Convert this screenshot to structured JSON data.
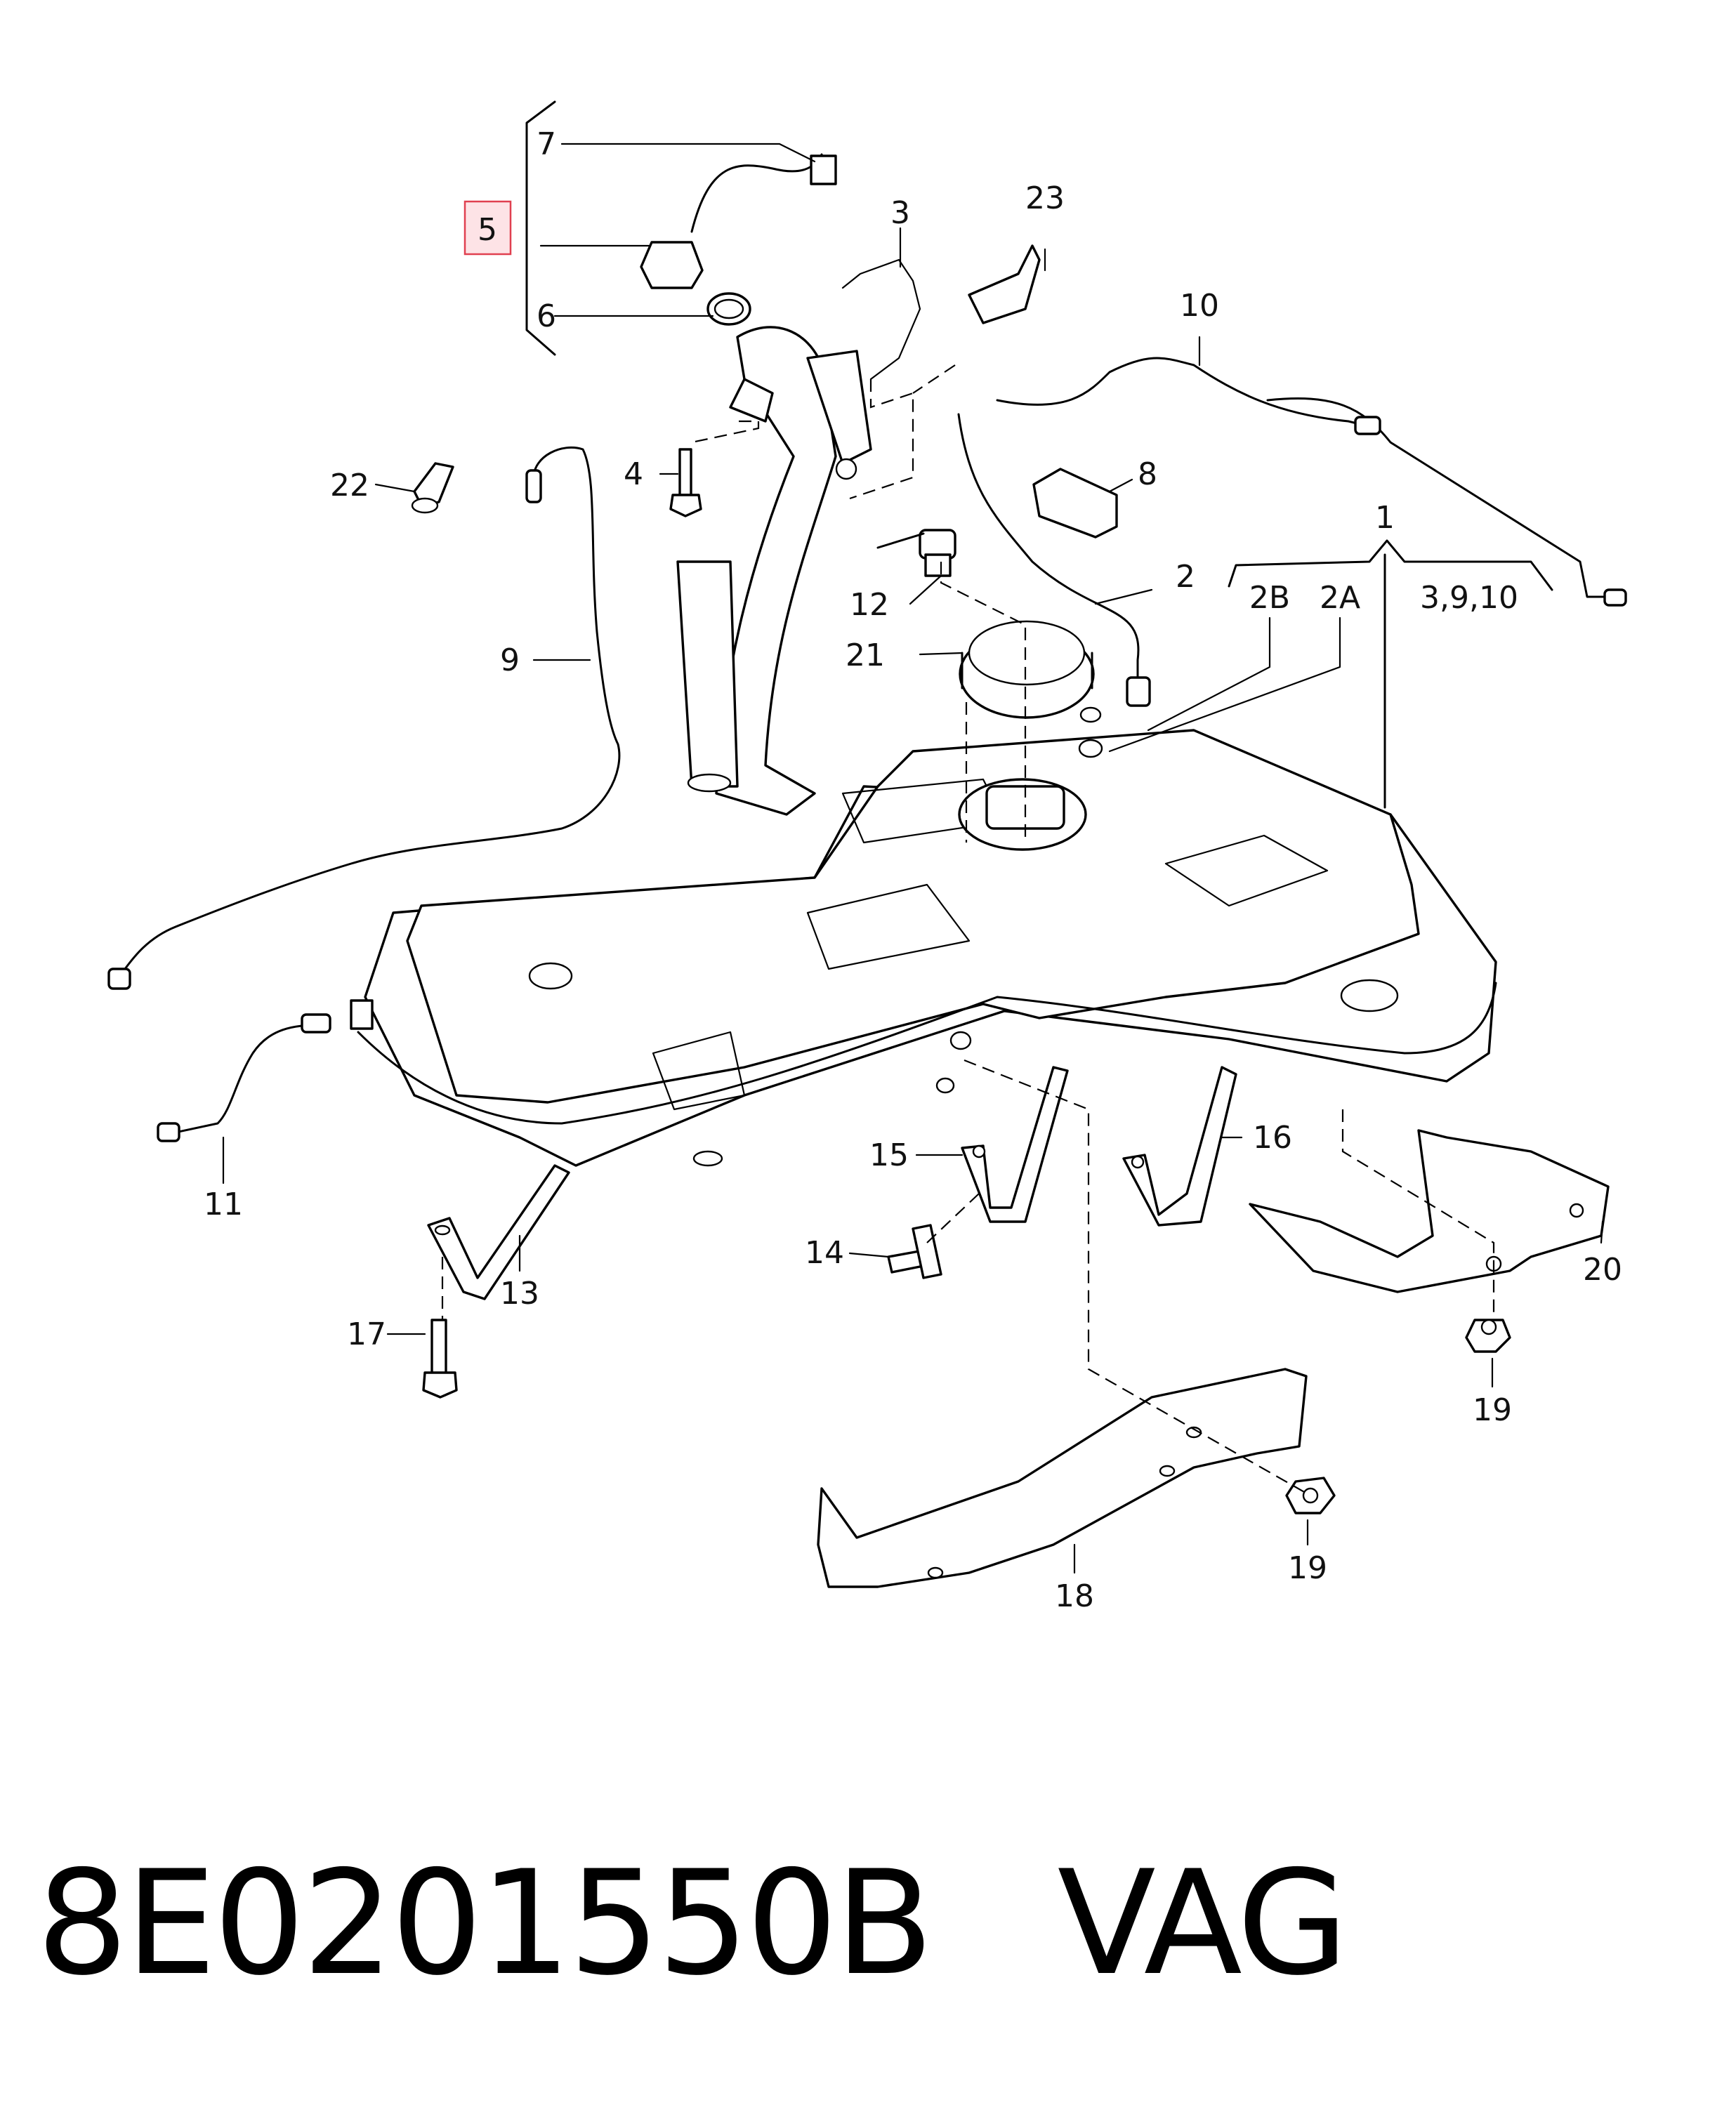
{
  "callouts": {
    "c1": "1",
    "c2": "2",
    "c2a": "2A",
    "c2b": "2B",
    "c3": "3",
    "c3910": "3,9,10",
    "c4": "4",
    "c5": "5",
    "c6": "6",
    "c7": "7",
    "c8": "8",
    "c9": "9",
    "c10": "10",
    "c11": "11",
    "c12": "12",
    "c13": "13",
    "c14": "14",
    "c15": "15",
    "c16": "16",
    "c17": "17",
    "c18": "18",
    "c19a": "19",
    "c19b": "19",
    "c20": "20",
    "c21": "21",
    "c22": "22",
    "c23": "23"
  },
  "highlight_color": "#fde3e6",
  "highlight_border": "#e04050",
  "caption": {
    "part_number": "8E0201550B",
    "vendor": "VAG"
  }
}
